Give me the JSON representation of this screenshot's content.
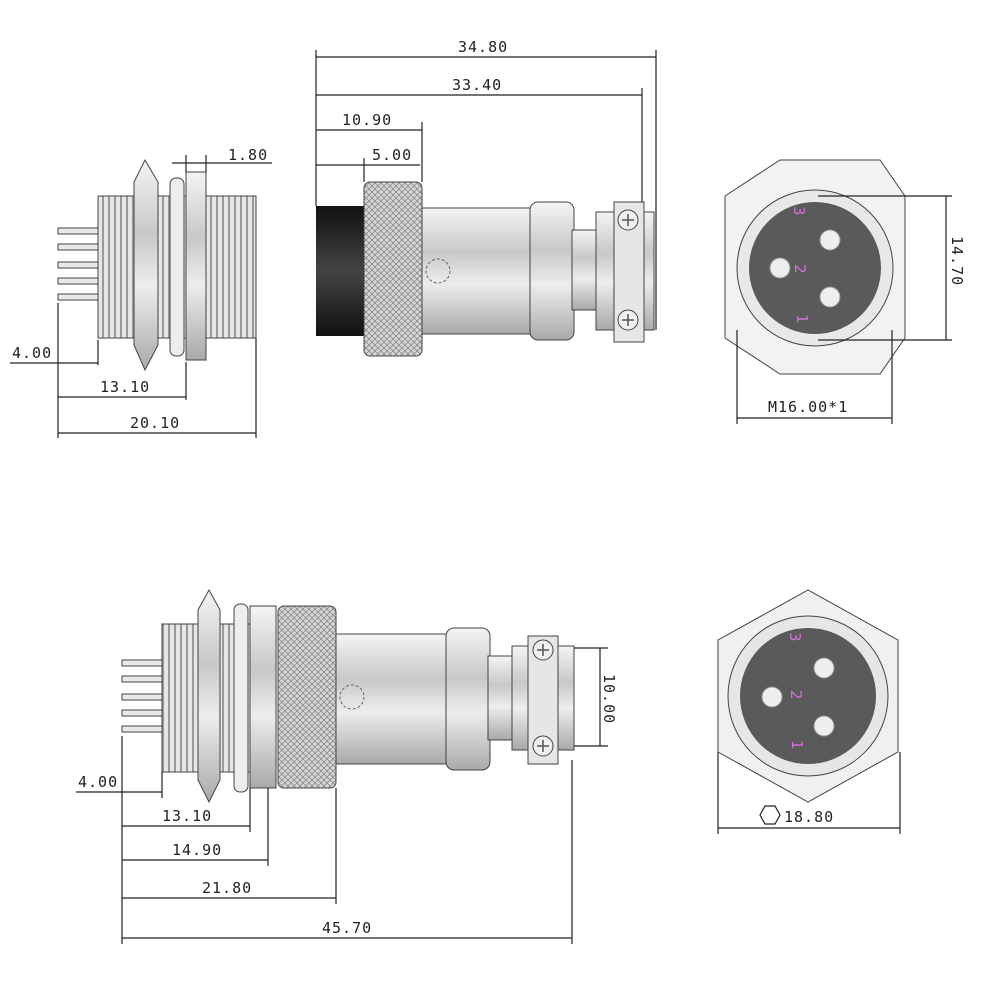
{
  "diagram": {
    "top_left": {
      "d1": "1.80",
      "d2": "4.00",
      "d3": "13.10",
      "d4": "20.10"
    },
    "top_middle": {
      "d1": "34.80",
      "d2": "33.40",
      "d3": "10.90",
      "d4": "5.00"
    },
    "top_right": {
      "d1": "14.70",
      "d2": "M16.00*1",
      "pins": [
        "3",
        "2",
        "1"
      ]
    },
    "bottom_left": {
      "d1": "4.00",
      "d2": "13.10",
      "d3": "14.90",
      "d4": "21.80",
      "d5": "45.70",
      "d6": "10.00"
    },
    "bottom_right": {
      "d1": "18.80",
      "pins": [
        "3",
        "2",
        "1"
      ]
    }
  },
  "colors": {
    "pin_label": "#d070d8",
    "face": "#5a5a5a",
    "body": "#d8d8d8"
  }
}
